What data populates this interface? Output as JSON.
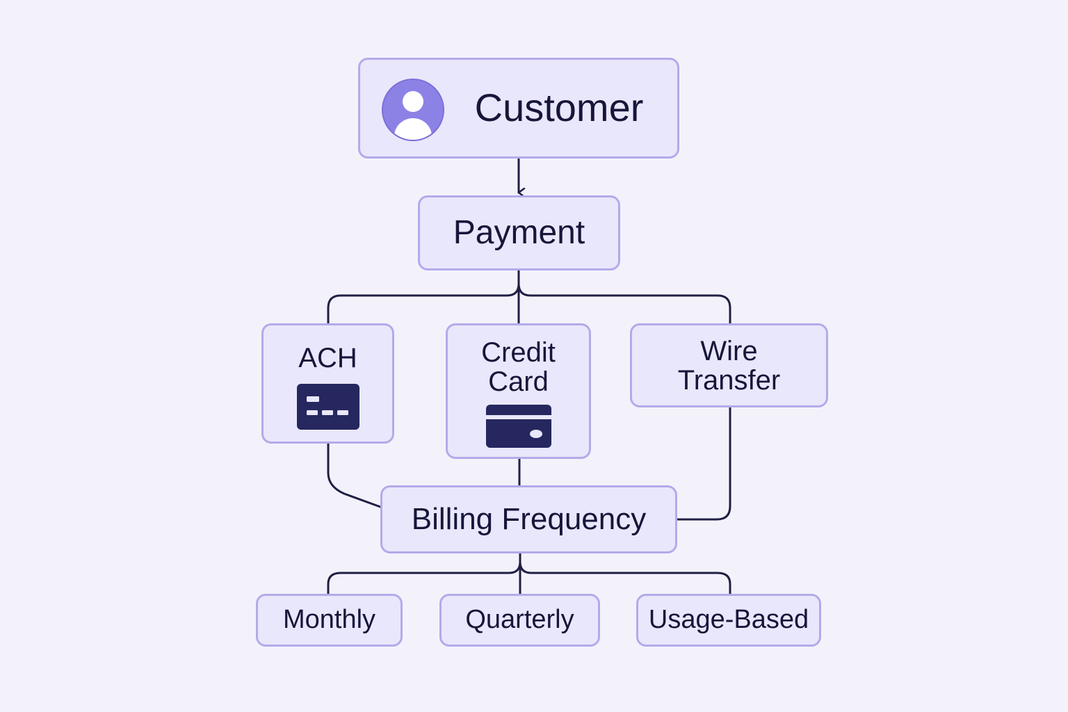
{
  "colors": {
    "background": "#f3f2fb",
    "node_fill": "#e9e7fb",
    "node_border": "#b3aaea",
    "text": "#16163a",
    "connector": "#1f1f45",
    "icon_dark": "#25275e",
    "avatar_accent": "#8c82e6"
  },
  "nodes": {
    "customer": {
      "label": "Customer",
      "icon": "user-avatar-icon"
    },
    "payment": {
      "label": "Payment"
    },
    "ach": {
      "label": "ACH",
      "icon": "bank-check-icon"
    },
    "credit_card": {
      "label": "Credit\nCard",
      "icon": "credit-card-icon"
    },
    "wire_transfer": {
      "label": "Wire\nTransfer"
    },
    "billing_frequency": {
      "label": "Billing Frequency"
    },
    "monthly": {
      "label": "Monthly"
    },
    "quarterly": {
      "label": "Quarterly"
    },
    "usage_based": {
      "label": "Usage-Based"
    }
  },
  "edges": [
    {
      "from": "customer",
      "to": "payment",
      "arrow": true
    },
    {
      "from": "payment",
      "to": "ach"
    },
    {
      "from": "payment",
      "to": "credit_card"
    },
    {
      "from": "payment",
      "to": "wire_transfer"
    },
    {
      "from": "ach",
      "to": "billing_frequency"
    },
    {
      "from": "credit_card",
      "to": "billing_frequency"
    },
    {
      "from": "wire_transfer",
      "to": "billing_frequency"
    },
    {
      "from": "billing_frequency",
      "to": "monthly"
    },
    {
      "from": "billing_frequency",
      "to": "quarterly"
    },
    {
      "from": "billing_frequency",
      "to": "usage_based"
    }
  ]
}
